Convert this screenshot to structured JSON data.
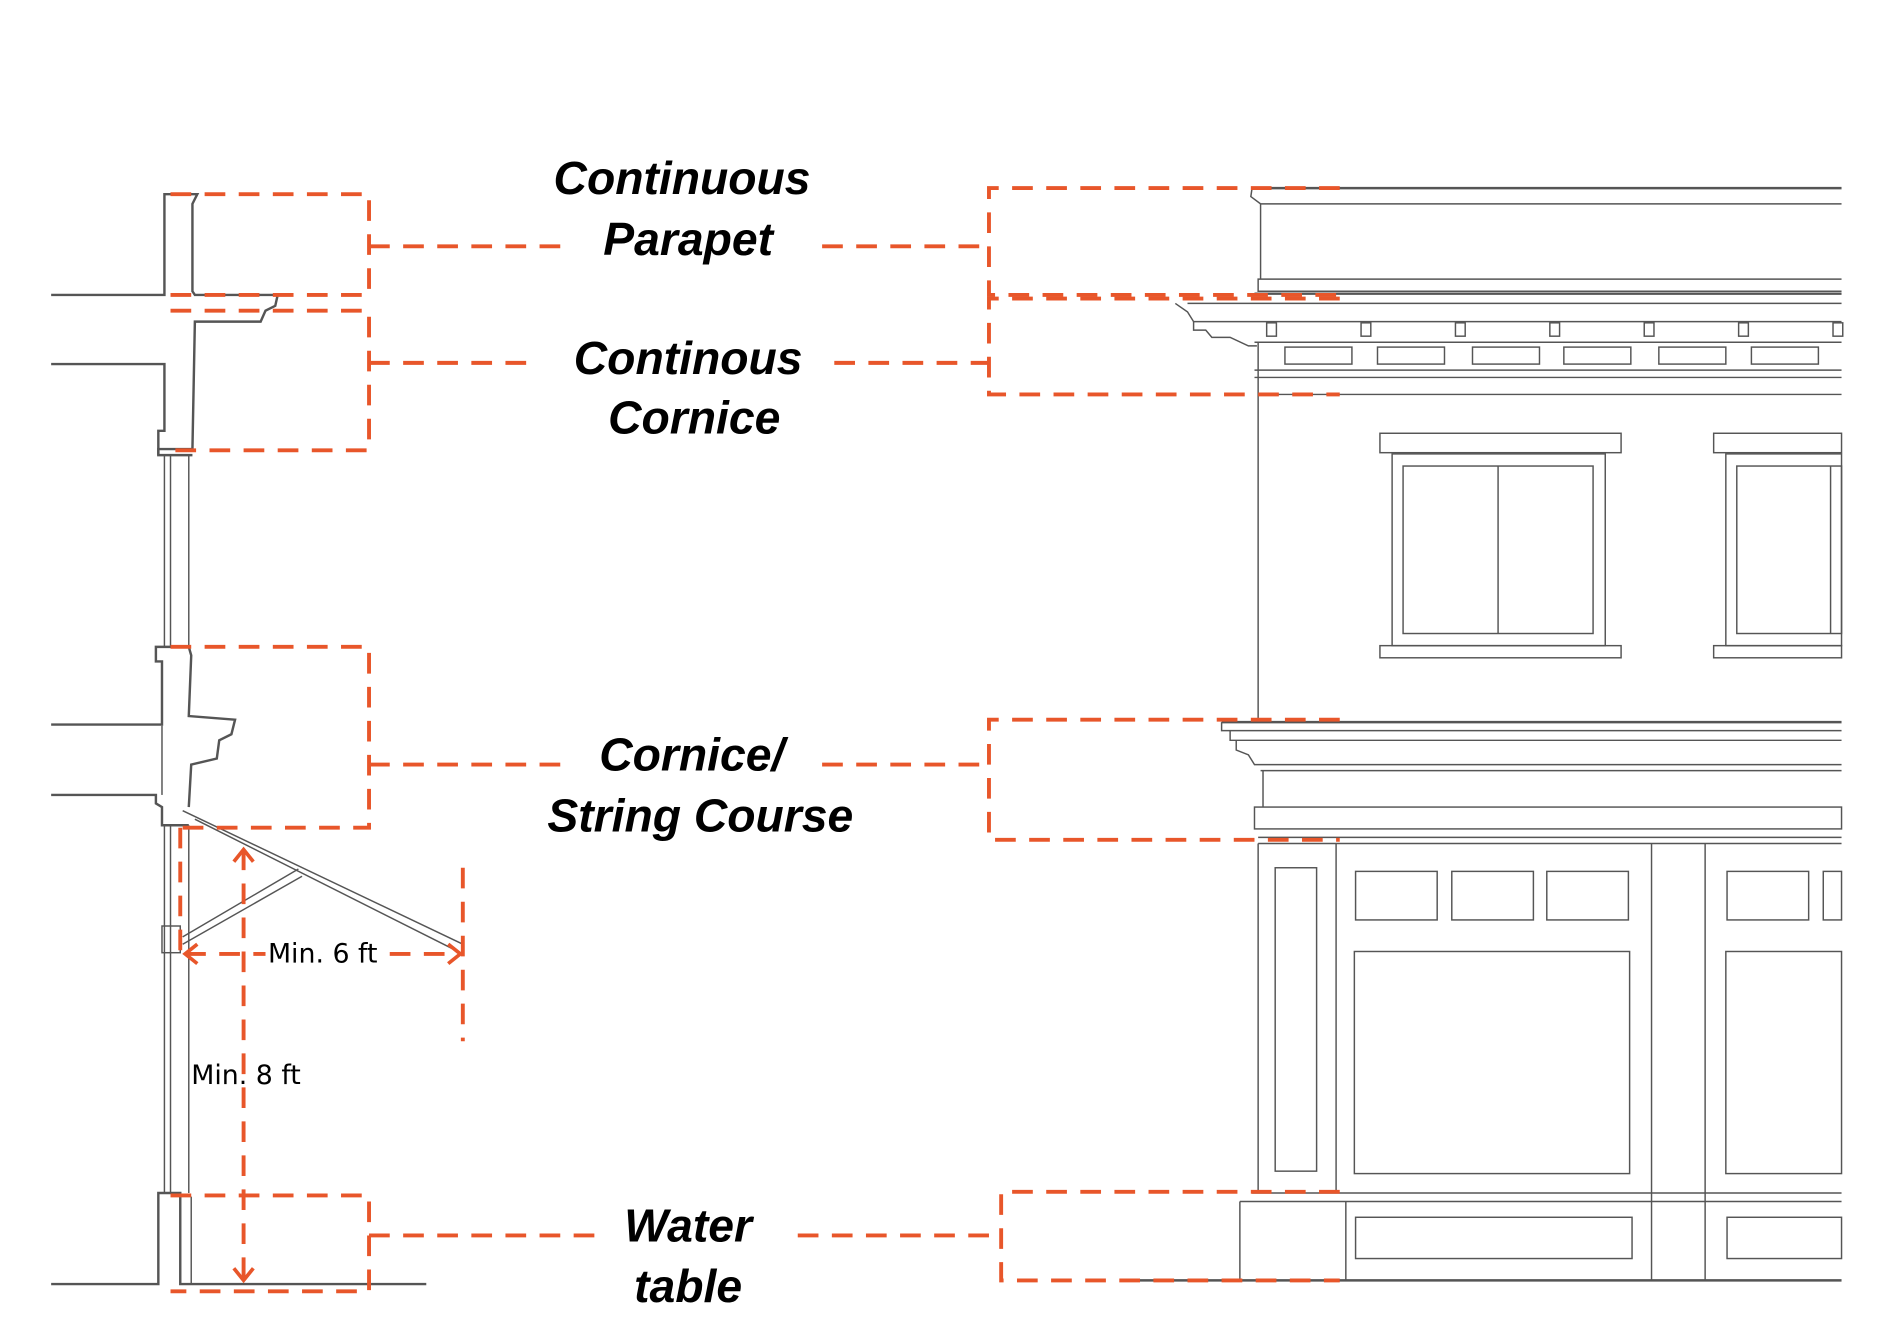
{
  "labels": {
    "parapet": [
      "Continuous",
      "Parapet"
    ],
    "cornice": [
      "Continous",
      "Cornice"
    ],
    "string_course": [
      "Cornice/",
      "String Course"
    ],
    "water_table": [
      "Water",
      "table"
    ]
  },
  "dimensions": {
    "awning_projection": "Min. 6 ft",
    "awning_clearance": "Min. 8 ft"
  },
  "colors": {
    "callout": "#e8562a",
    "linework": "#555555",
    "text": "#000000"
  }
}
